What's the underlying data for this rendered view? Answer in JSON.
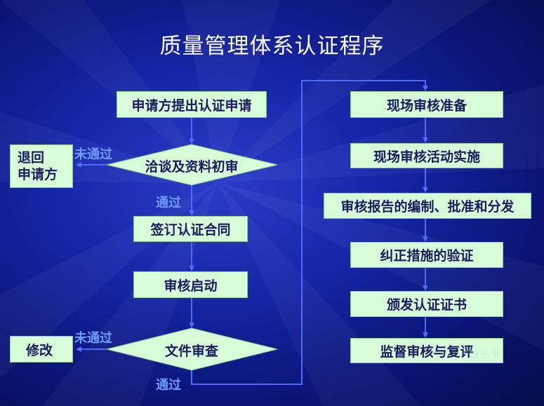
{
  "title": "质量管理体系认证程序",
  "left_flow": {
    "apply": "申请方提出认证申请",
    "initial_review": "洽谈及资料初审",
    "contract": "签订认证合同",
    "start_audit": "审核启动",
    "document_review": "文件审查"
  },
  "side_boxes": {
    "return_line1": "退回",
    "return_line2": "申请方",
    "modify": "修改"
  },
  "labels": {
    "not_passed_1": "未通过",
    "passed_1": "通过",
    "not_passed_2": "未通过",
    "passed_2": "通过"
  },
  "right_flow": {
    "onsite_prep": "现场审核准备",
    "onsite_exec": "现场审核活动实施",
    "report": "审核报告的编制、批准和分发",
    "corrective": "纠正措施的验证",
    "certificate": "颁发认证证书",
    "surveillance": "监督审核与复评"
  },
  "watermark": "快乐卡",
  "colors": {
    "box_fill": "#d8fcd8",
    "connector": "#4a6cff",
    "label_text": "#6f9cff",
    "background": "#1626a8"
  }
}
